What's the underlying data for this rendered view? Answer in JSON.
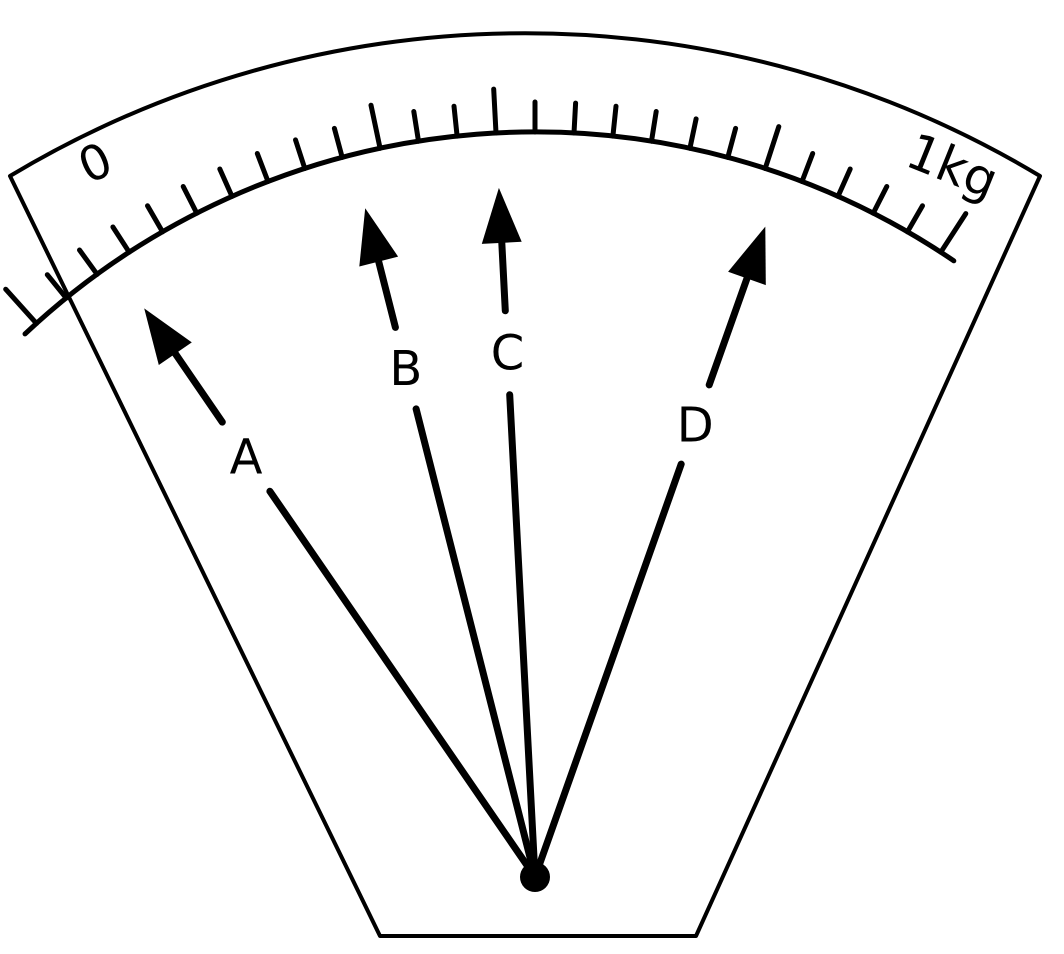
{
  "dial": {
    "min_label": "0",
    "max_label": "1kg",
    "min_value": 0,
    "max_value": 1,
    "unit": "kg",
    "minor_divisions": 25,
    "major_tick_every": 10
  },
  "pointers": [
    {
      "label": "A",
      "reading": 0.1
    },
    {
      "label": "B",
      "reading": 0.37
    },
    {
      "label": "C",
      "reading": 0.52
    },
    {
      "label": "D",
      "reading": 0.82
    }
  ],
  "colors": {
    "ink": "#000000",
    "paper": "#ffffff"
  }
}
